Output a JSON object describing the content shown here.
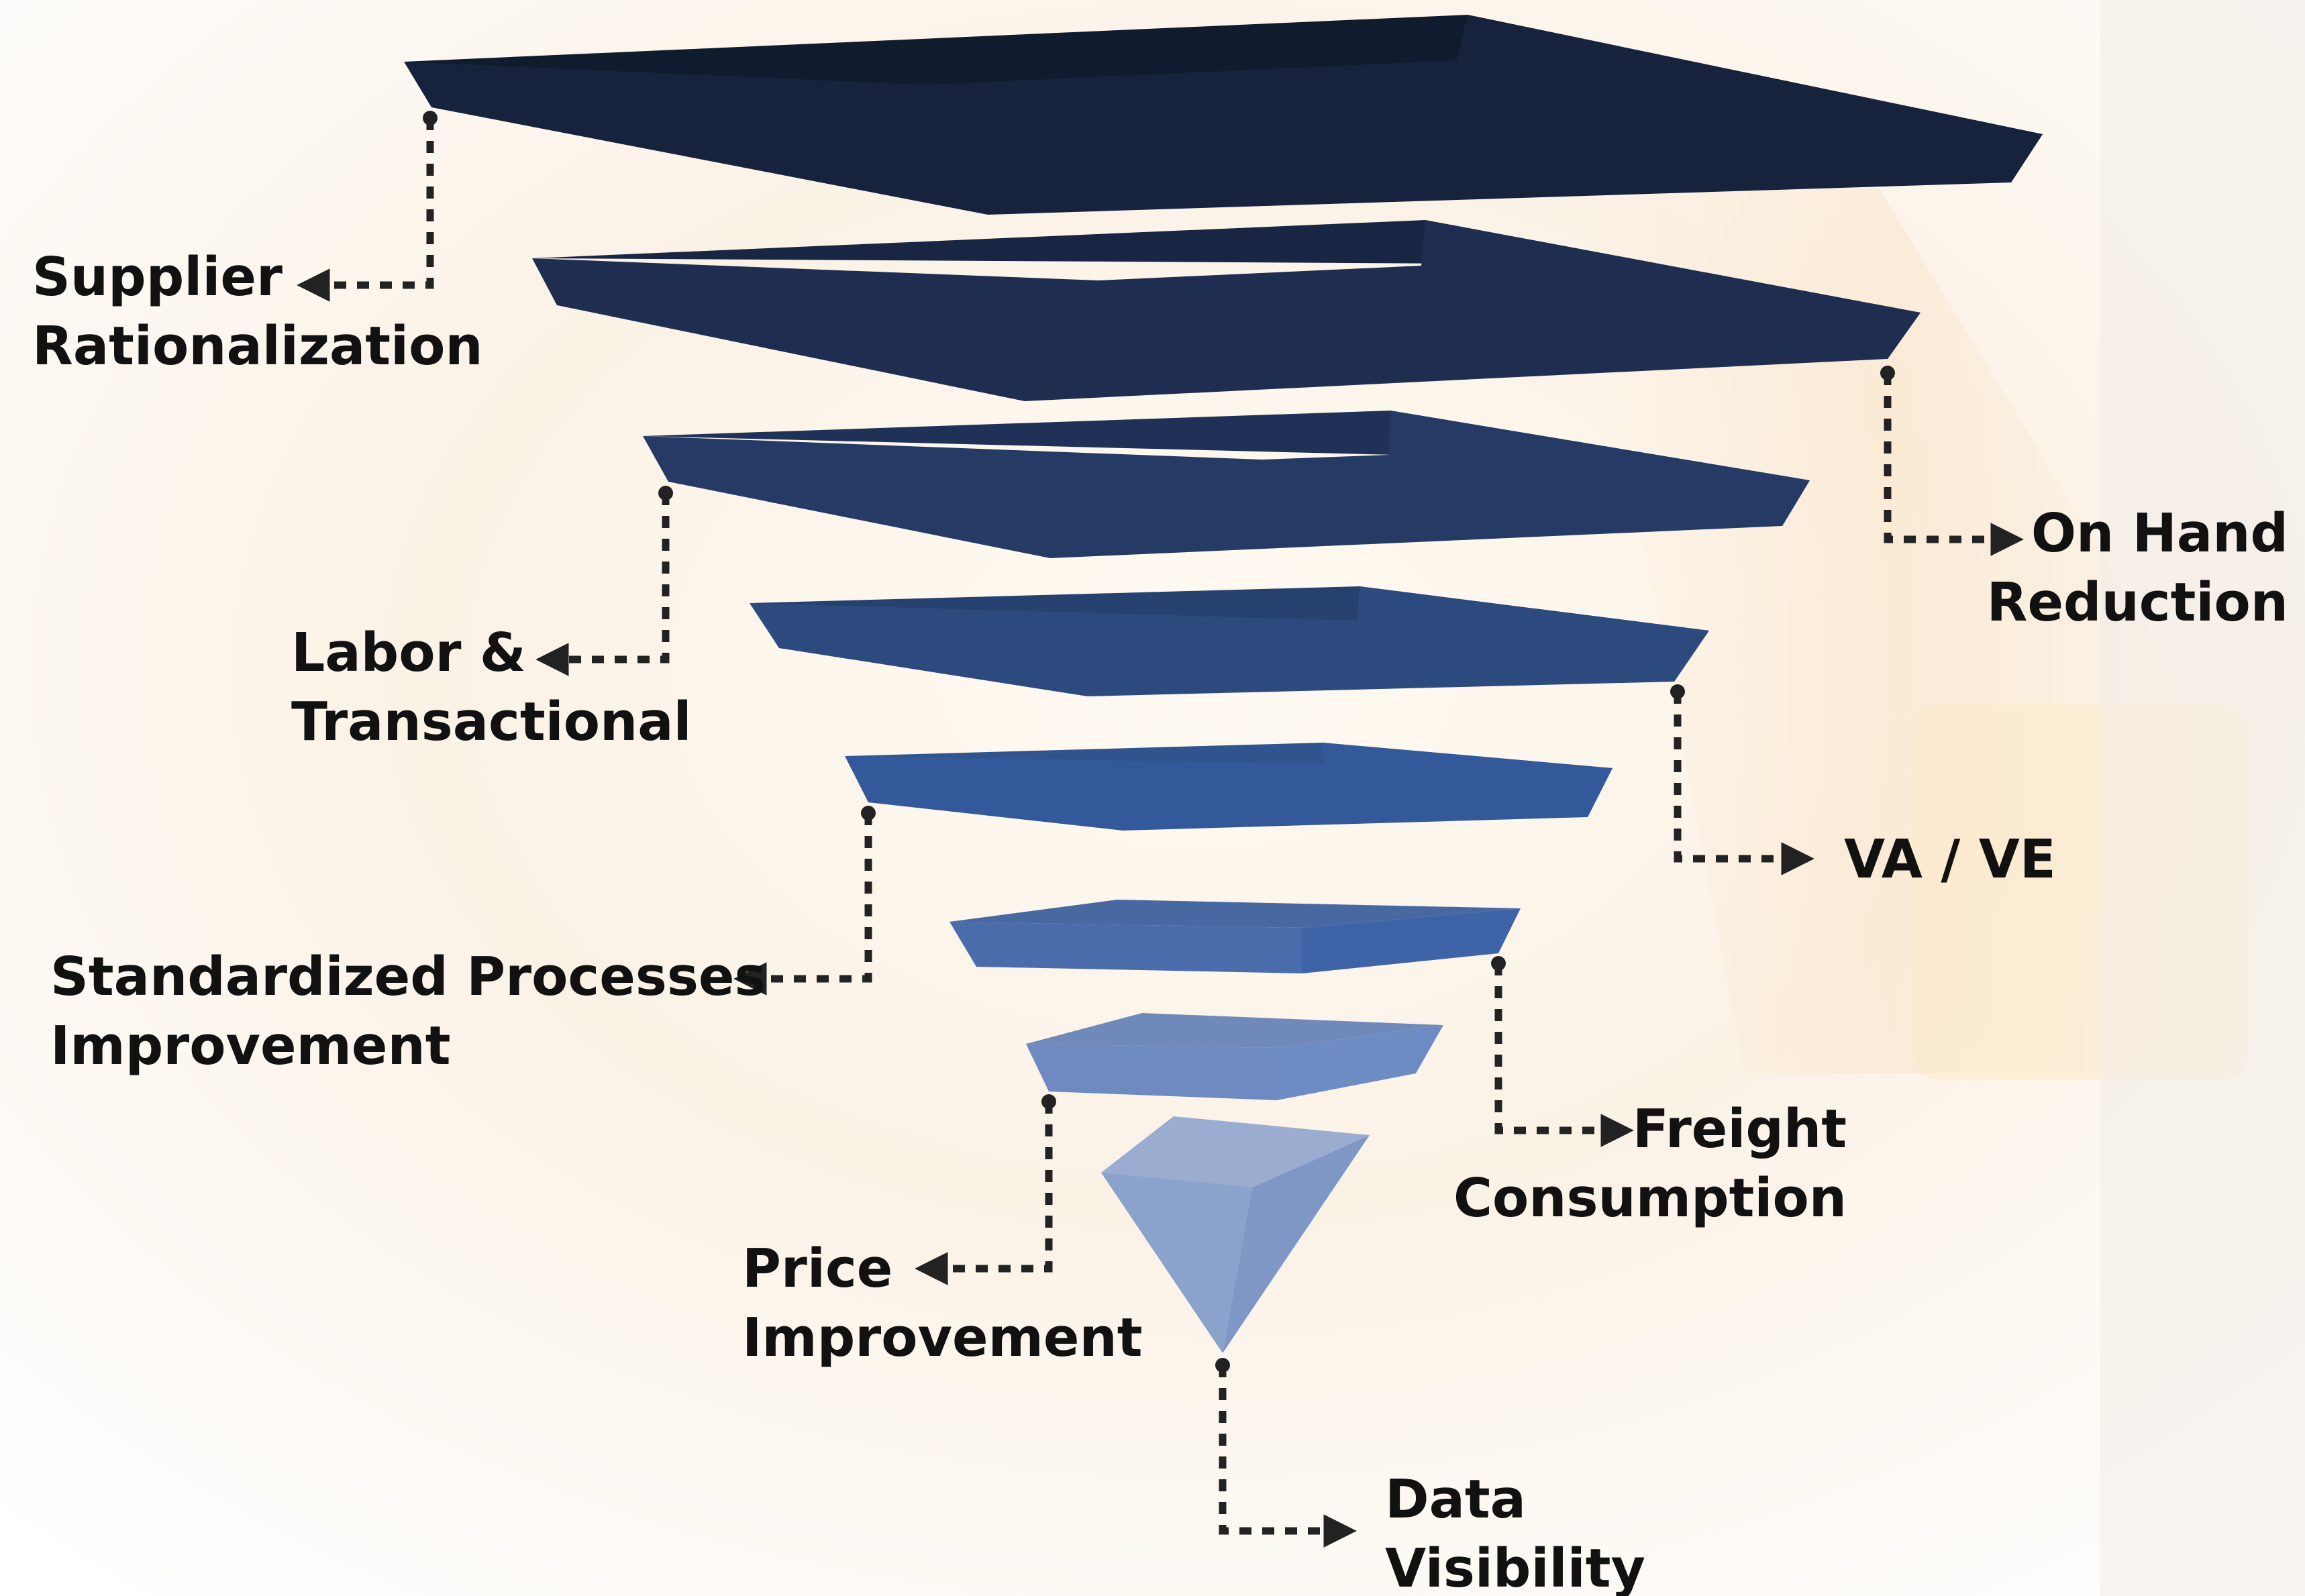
{
  "diagram": {
    "type": "inverted funnel / pyramid",
    "colors": {
      "connector": "#222222",
      "label_text": "#111111",
      "background_glow": "#f6d9b0"
    },
    "layers": [
      {
        "label_lines": [
          "Supplier",
          "Rationalization"
        ],
        "top": "#111b2e",
        "right": "#16213a",
        "front": "#17223d"
      },
      {
        "label_lines": [
          "On Hand",
          "Reduction"
        ],
        "top": "#192643",
        "right": "#1c2a4a",
        "front": "#1f2e50"
      },
      {
        "label_lines": [
          "Labor &",
          "Transactional"
        ],
        "top": "#1f3156",
        "right": "#22365e",
        "front": "#253a64"
      },
      {
        "label_lines": [
          "VA / VE"
        ],
        "top": "#26406f",
        "right": "#2a4677",
        "front": "#2d4a7e"
      },
      {
        "label_lines": [
          "Standardized Processes",
          "Improvement"
        ],
        "top": "#30548e",
        "right": "#325894",
        "front": "#34599a"
      },
      {
        "label_lines": [
          "Freight",
          "Consumption"
        ],
        "top": "#4868a2",
        "right": "#3e63a6",
        "front": "#4a6cab"
      },
      {
        "label_lines": [
          "Price",
          "Improvement"
        ],
        "top": "#7089bb",
        "right": "#6e8cc4",
        "front": "#6f8ac0"
      },
      {
        "label_lines": [
          "Data",
          "Visibility"
        ],
        "top": "#9aaccf",
        "right": "#7f97c5",
        "front": "#8ba2cc"
      }
    ]
  }
}
